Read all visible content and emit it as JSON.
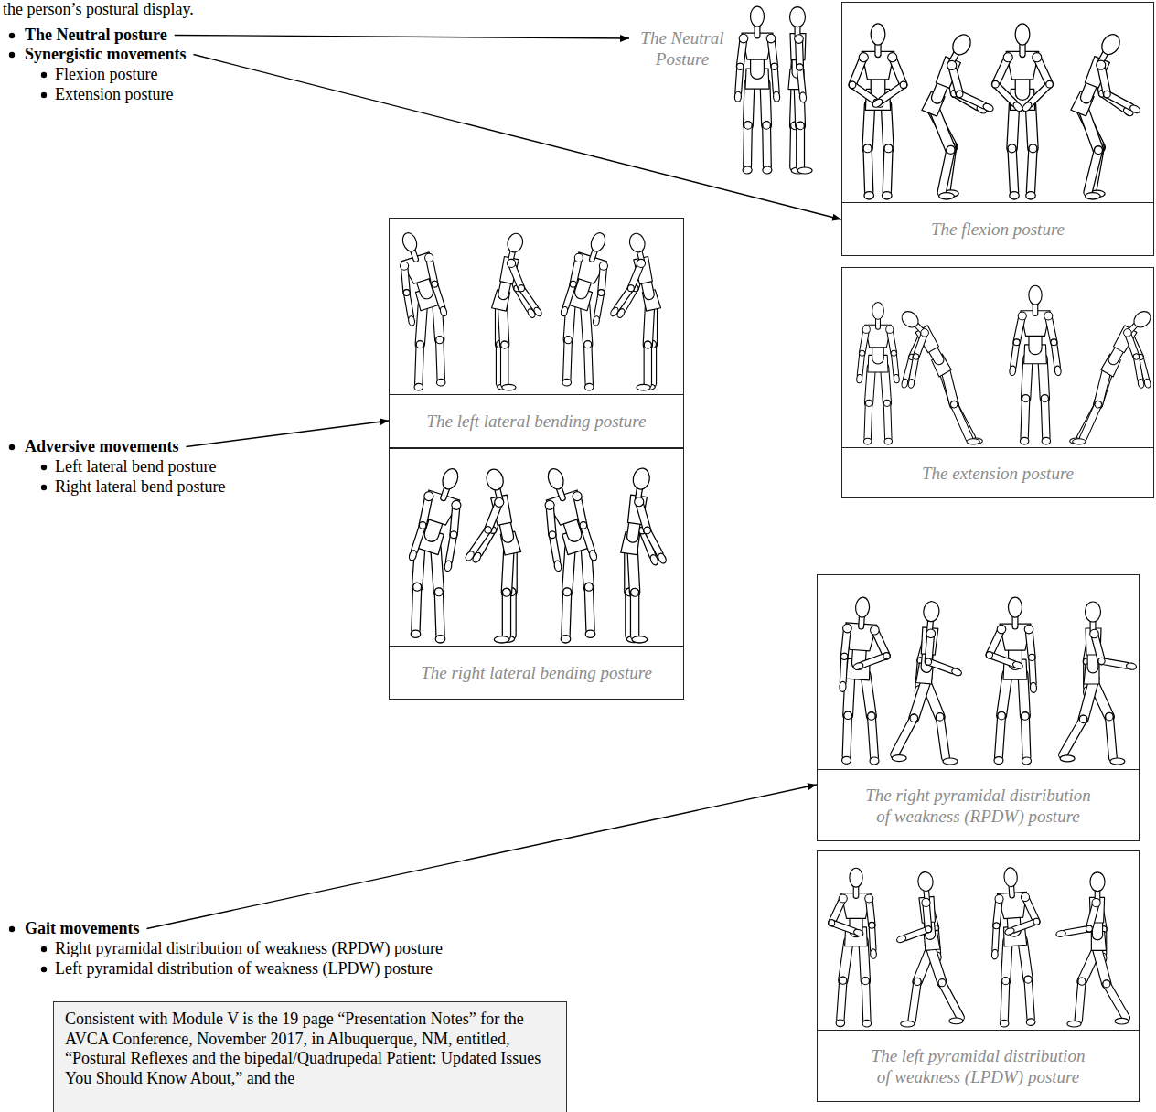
{
  "diagram": {
    "nodes": [
      {
        "text": [
          "The Neutral posture"
        ]
      },
      {
        "text": [
          "The Neutral Posture"
        ]
      },
      {
        "text": [
          "Synergistic movements"
        ]
      },
      {
        "text": [
          "The flexion posture"
        ]
      },
      {
        "text": [
          "The left lateral bending posture"
        ]
      },
      {
        "text": [
          "The extension posture"
        ]
      },
      {
        "text": [
          "Adversive movements"
        ]
      },
      {
        "text": [
          "The right lateral bending posture"
        ]
      },
      {
        "text": [
          "The right pyramidal distribution of weakness (RPDW) posture"
        ]
      },
      {
        "text": [
          "Gait movements"
        ]
      },
      {
        "text": [
          "The left pyramidal distribution of weakness (LPDW) posture"
        ]
      },
      {
        "text": [
          "Consistent with Module V is the 19 page “Presentation Notes” for the AVCA Conference, November 2017, in Albuquerque, NM, entitled, “Postural Reflexes and the bipedal/Quadrupedal Patient: Updated Issues You Should Know About,” and the"
        ]
      }
    ],
    "edges": [
      {
        "from": 0,
        "to": 1,
        "arrow": "to"
      },
      {
        "from": 2,
        "to": 3,
        "arrow": "to"
      },
      {
        "from": 6,
        "to": 4,
        "arrow": "to"
      },
      {
        "from": 9,
        "to": 8,
        "arrow": "to"
      }
    ],
    "labels": [
      "the person’s postural display.",
      "Flexion posture",
      "Extension posture",
      "Left lateral bend posture",
      "Right lateral bend posture",
      "Right pyramidal distribution of weakness (RPDW) posture",
      "Left pyramidal distribution of weakness (LPDW) posture"
    ]
  }
}
